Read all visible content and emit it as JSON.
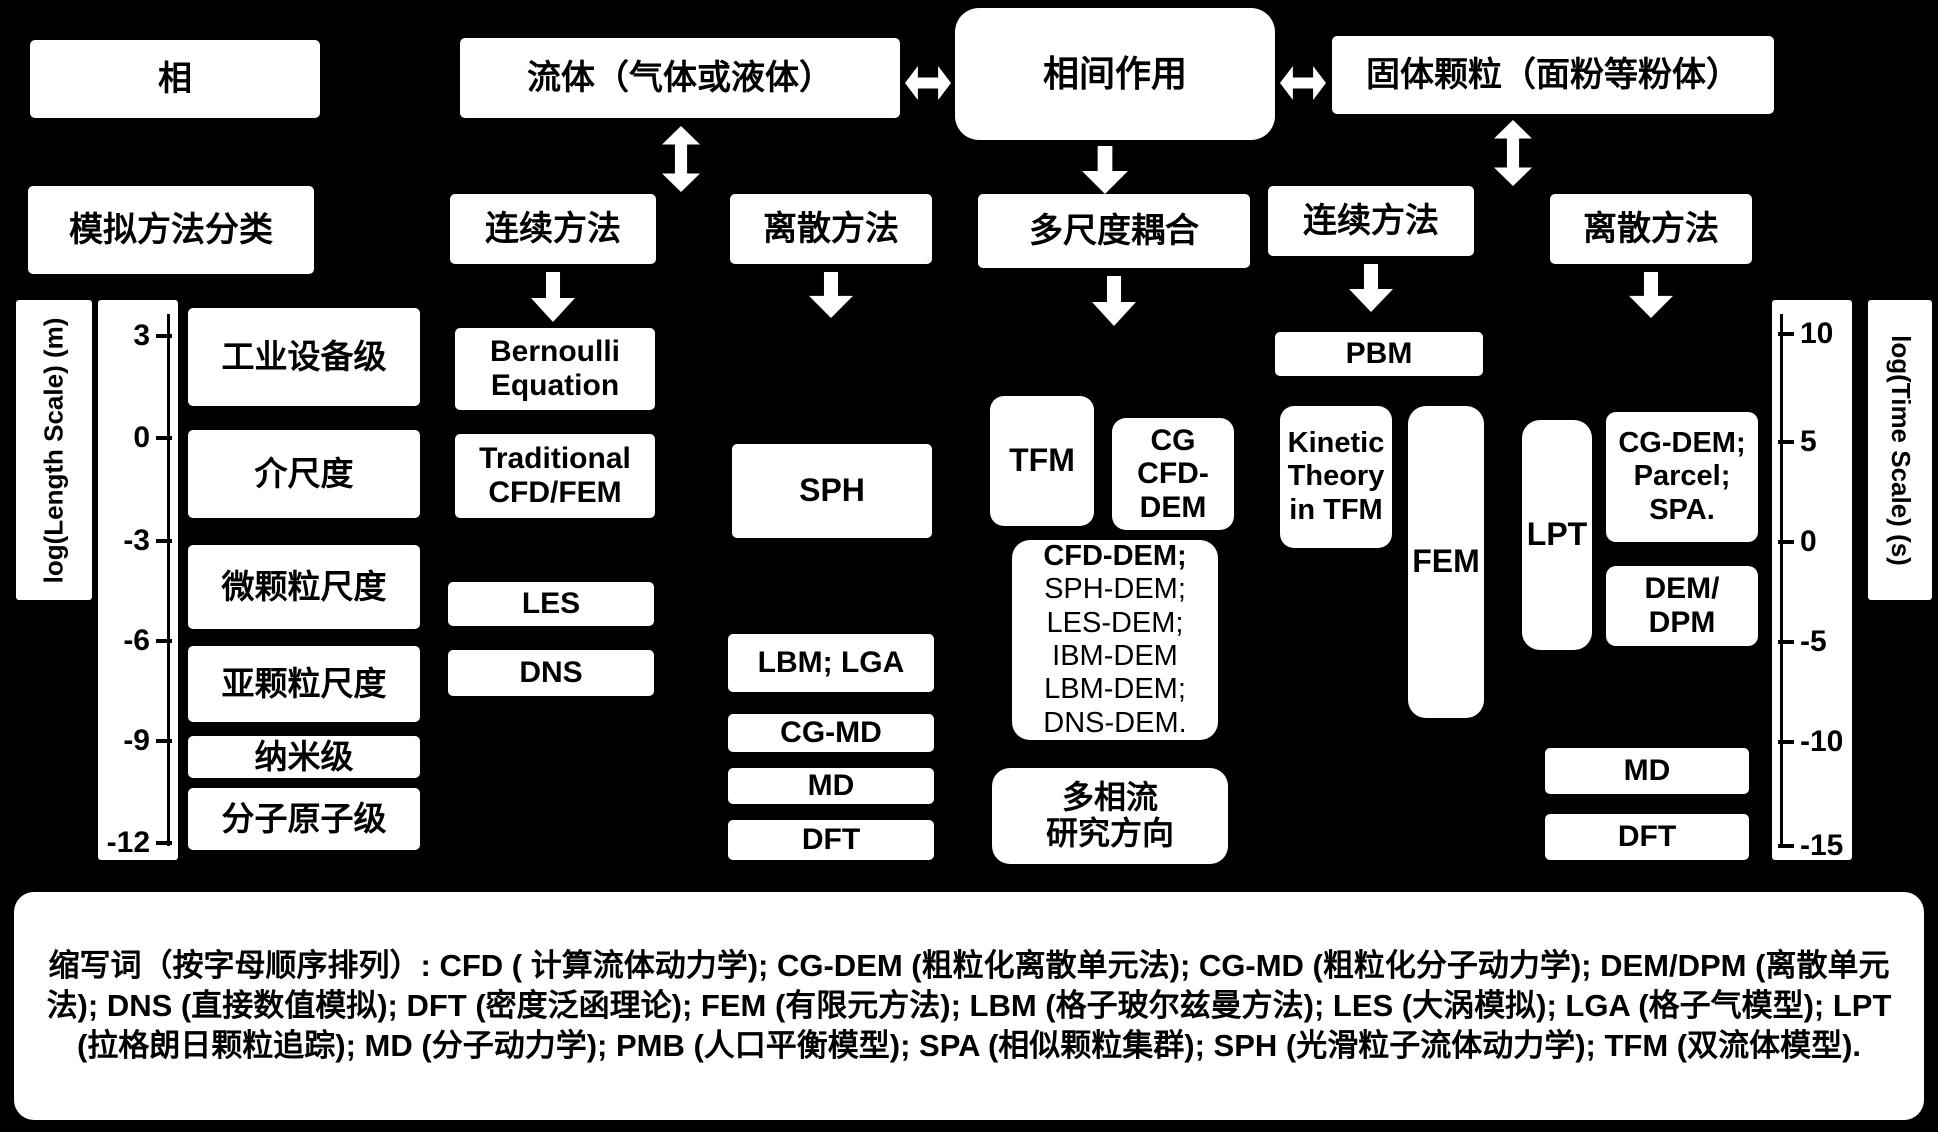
{
  "colors": {
    "background": "#000000",
    "box": "#ffffff",
    "text": "#000000"
  },
  "top": {
    "phase": "相",
    "fluid": "流体（气体或液体）",
    "interaction": "相间作用",
    "solid": "固体颗粒（面粉等粉体）"
  },
  "methods": {
    "classification": "模拟方法分类",
    "fluid_continuum": "连续方法",
    "fluid_discrete": "离散方法",
    "multiscale": "多尺度耦合",
    "solid_continuum": "连续方法",
    "solid_discrete": "离散方法"
  },
  "scales": [
    "工业设备级",
    "介尺度",
    "微颗粒尺度",
    "亚颗粒尺度",
    "纳米级",
    "分子原子级"
  ],
  "left_axis": {
    "label": "log(Length Scale)  (m)",
    "ticks": [
      "3",
      "0",
      "-3",
      "-6",
      "-9",
      "-12"
    ]
  },
  "right_axis": {
    "label": "log(Time Scale)  (s)",
    "ticks": [
      "10",
      "5",
      "0",
      "-5",
      "-10",
      "-15"
    ]
  },
  "fluid_continuum": {
    "bernoulli": "Bernoulli Equation",
    "cfd": "Traditional CFD/FEM",
    "les": "LES",
    "dns": "DNS"
  },
  "fluid_discrete": {
    "sph": "SPH",
    "lbm": "LBM; LGA",
    "cgmd": "CG-MD",
    "md": "MD",
    "dft": "DFT"
  },
  "multiscale": {
    "tfm": "TFM",
    "cg_cfd_dem": "CG CFD-DEM",
    "group": [
      "CFD-DEM;",
      "SPH-DEM;",
      "LES-DEM;",
      "IBM-DEM",
      "LBM-DEM;",
      "DNS-DEM."
    ],
    "direction": [
      "多相流",
      "研究方向"
    ]
  },
  "solid_continuum": {
    "pbm": "PBM",
    "kinetic": "Kinetic Theory in TFM",
    "fem": "FEM"
  },
  "solid_discrete": {
    "lpt": "LPT",
    "cgdem": "CG-DEM; Parcel; SPA.",
    "demdpm": [
      "DEM/",
      "DPM"
    ],
    "md": "MD",
    "dft": "DFT"
  },
  "legend": {
    "text": "缩写词（按字母顺序排列）: CFD ( 计算流体动力学); CG-DEM (粗粒化离散单元法); CG-MD (粗粒化分子动力学); DEM/DPM (离散单元法); DNS (直接数值模拟); DFT (密度泛函理论); FEM (有限元方法); LBM (格子玻尔兹曼方法); LES (大涡模拟); LGA (格子气模型); LPT (拉格朗日颗粒追踪); MD (分子动力学); PMB (人口平衡模型); SPA (相似颗粒集群); SPH (光滑粒子流体动力学); TFM (双流体模型)."
  }
}
